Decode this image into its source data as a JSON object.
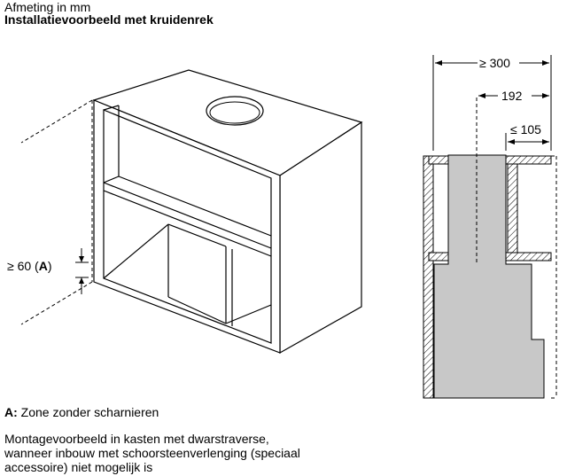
{
  "header": {
    "unit_line": "Afmeting in mm",
    "title": "Installatievoorbeeld met kruidenrek"
  },
  "dimensions": {
    "min_width": "≥ 300",
    "center_offset": "192",
    "max_depth": "≤ 105",
    "min_gap_prefix": "≥ 60 (",
    "min_gap_ref": "A",
    "min_gap_suffix": ")"
  },
  "legend": {
    "key": "A:",
    "text": " Zone zonder scharnieren"
  },
  "note": {
    "line1": "Montagevoorbeeld in kasten met dwarstraverse,",
    "line2": "wanneer inbouw met schoorsteenverlenging (speciaal",
    "line3": "accessoire) niet mogelijk is"
  },
  "colors": {
    "line": "#000000",
    "chimney_fill": "#c8c8c8"
  }
}
